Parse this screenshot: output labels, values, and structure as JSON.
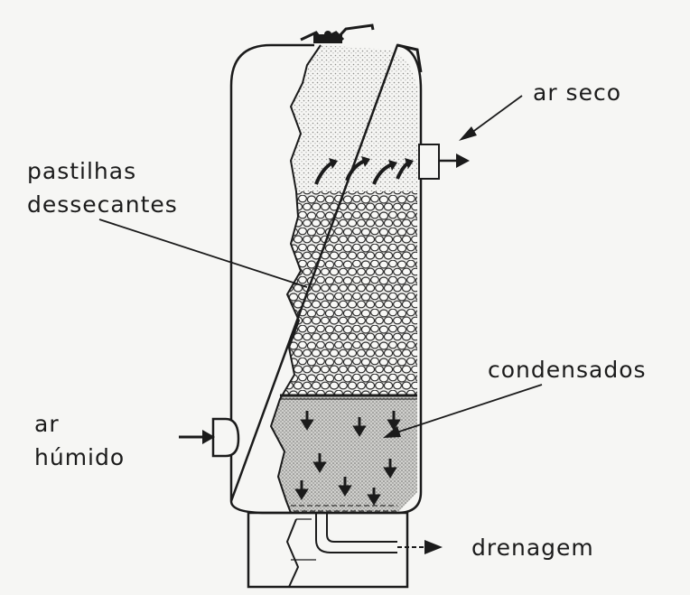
{
  "labels": {
    "ar_seco": "ar seco",
    "pastilhas": "pastilhas",
    "dessecantes": "dessecantes",
    "condensados": "condensados",
    "ar": "ar",
    "humido": "húmido",
    "drenagem": "drenagem"
  },
  "colors": {
    "ink": "#1b1b1b",
    "paper": "#f6f6f4",
    "stipple": "#c9c9c6",
    "condensate": "#bdbdb9"
  }
}
